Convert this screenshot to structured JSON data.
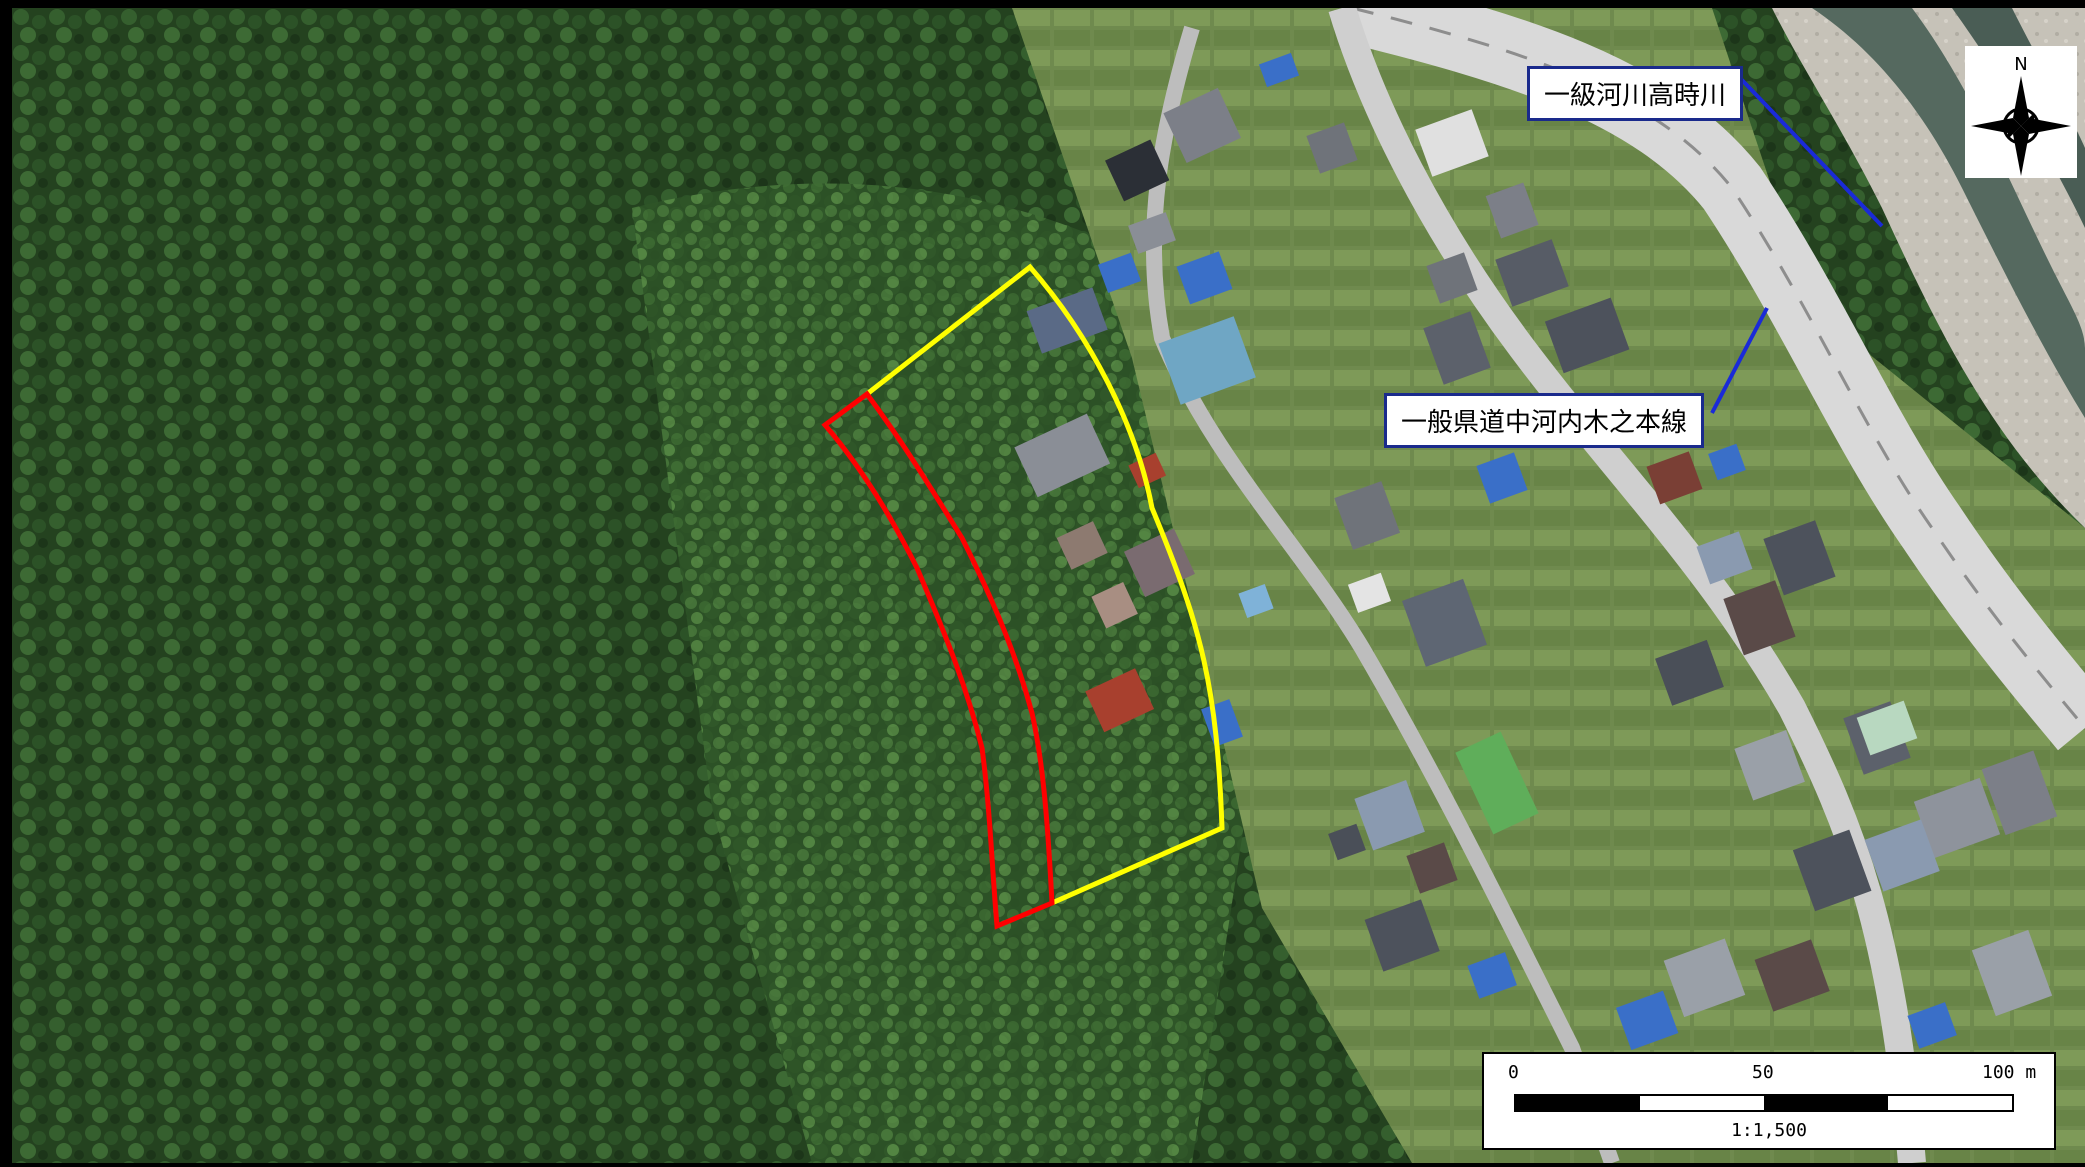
{
  "labels": {
    "river": "一級河川高時川",
    "road": "一般県道中河内木之本線"
  },
  "north_arrow": {
    "letter": "N"
  },
  "scale": {
    "ticks": [
      "0",
      "50",
      "100 m"
    ],
    "ratio": "1:1,500",
    "segments": [
      "black",
      "white",
      "black",
      "white"
    ]
  },
  "colors": {
    "forest_dark": "#1f3a1c",
    "forest_mid": "#2f5a2a",
    "forest_light": "#4f7a3a",
    "river_water": "#5a6f68",
    "gravel": "#c9c5bc",
    "road": "#d8d8d8",
    "boundary_red": "#ff0000",
    "boundary_yellow": "#ffff00",
    "label_border": "#1a2a8c",
    "leader_line": "#1a2ad8",
    "roof_blue": "#3a6fc8",
    "roof_red": "#a8402e",
    "roof_gray": "#7c7f88"
  }
}
